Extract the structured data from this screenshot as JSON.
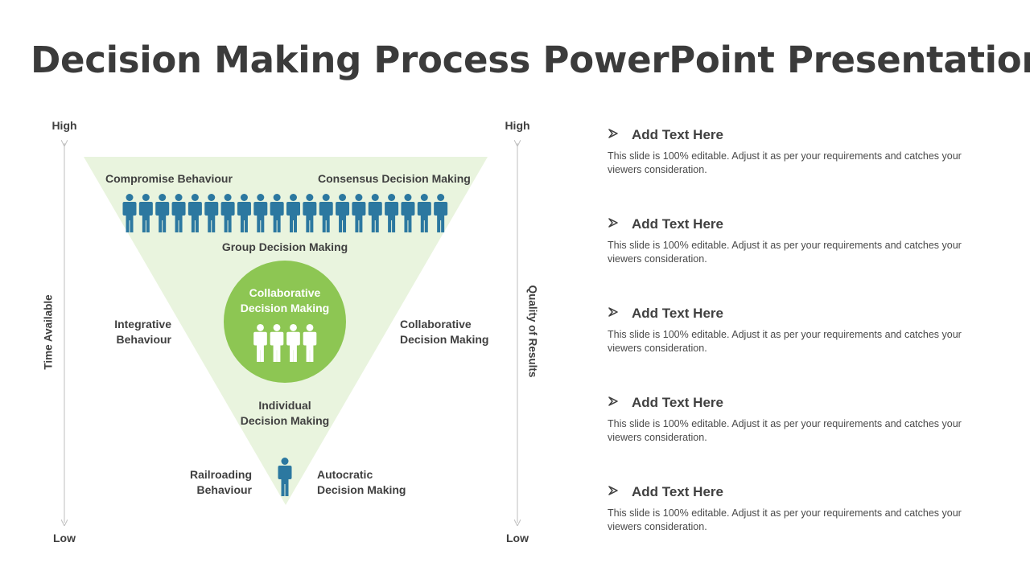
{
  "title": "Decision Making Process PowerPoint Presentation",
  "left_axis": {
    "title": "Time Available",
    "high": "High",
    "low": "Low"
  },
  "right_axis": {
    "title": "Quality of Results",
    "high": "High",
    "low": "Low"
  },
  "triangle": {
    "top_left": "Compromise Behaviour",
    "top_right": "Consensus Decision Making",
    "group": "Group Decision Making",
    "circle": "Collaborative\nDecision Making",
    "mid_left": "Integrative\nBehaviour",
    "mid_right": "Collaborative\nDecision Making",
    "individual": "Individual\nDecision Making",
    "bottom_left": "Railroading\nBehaviour",
    "bottom_right": "Autocratic\nDecision Making"
  },
  "colors": {
    "triangle_fill": "#e9f4de",
    "circle_fill": "#8dc653",
    "person_blue": "#2c78a0",
    "axis_gray": "#bfbfbf"
  },
  "points": [
    {
      "heading": "Add Text Here",
      "body": "This slide is 100% editable. Adjust it as per your requirements and catches your viewers consideration."
    },
    {
      "heading": "Add Text Here",
      "body": "This slide is 100% editable. Adjust it as per your requirements and catches your viewers consideration."
    },
    {
      "heading": "Add Text Here",
      "body": "This slide is 100% editable. Adjust it as per your requirements and catches your viewers consideration."
    },
    {
      "heading": "Add Text Here",
      "body": "This slide is 100% editable. Adjust it as per your requirements and catches your viewers consideration."
    },
    {
      "heading": "Add Text Here",
      "body": "This slide is 100% editable. Adjust it as per your requirements and catches your viewers consideration."
    }
  ]
}
